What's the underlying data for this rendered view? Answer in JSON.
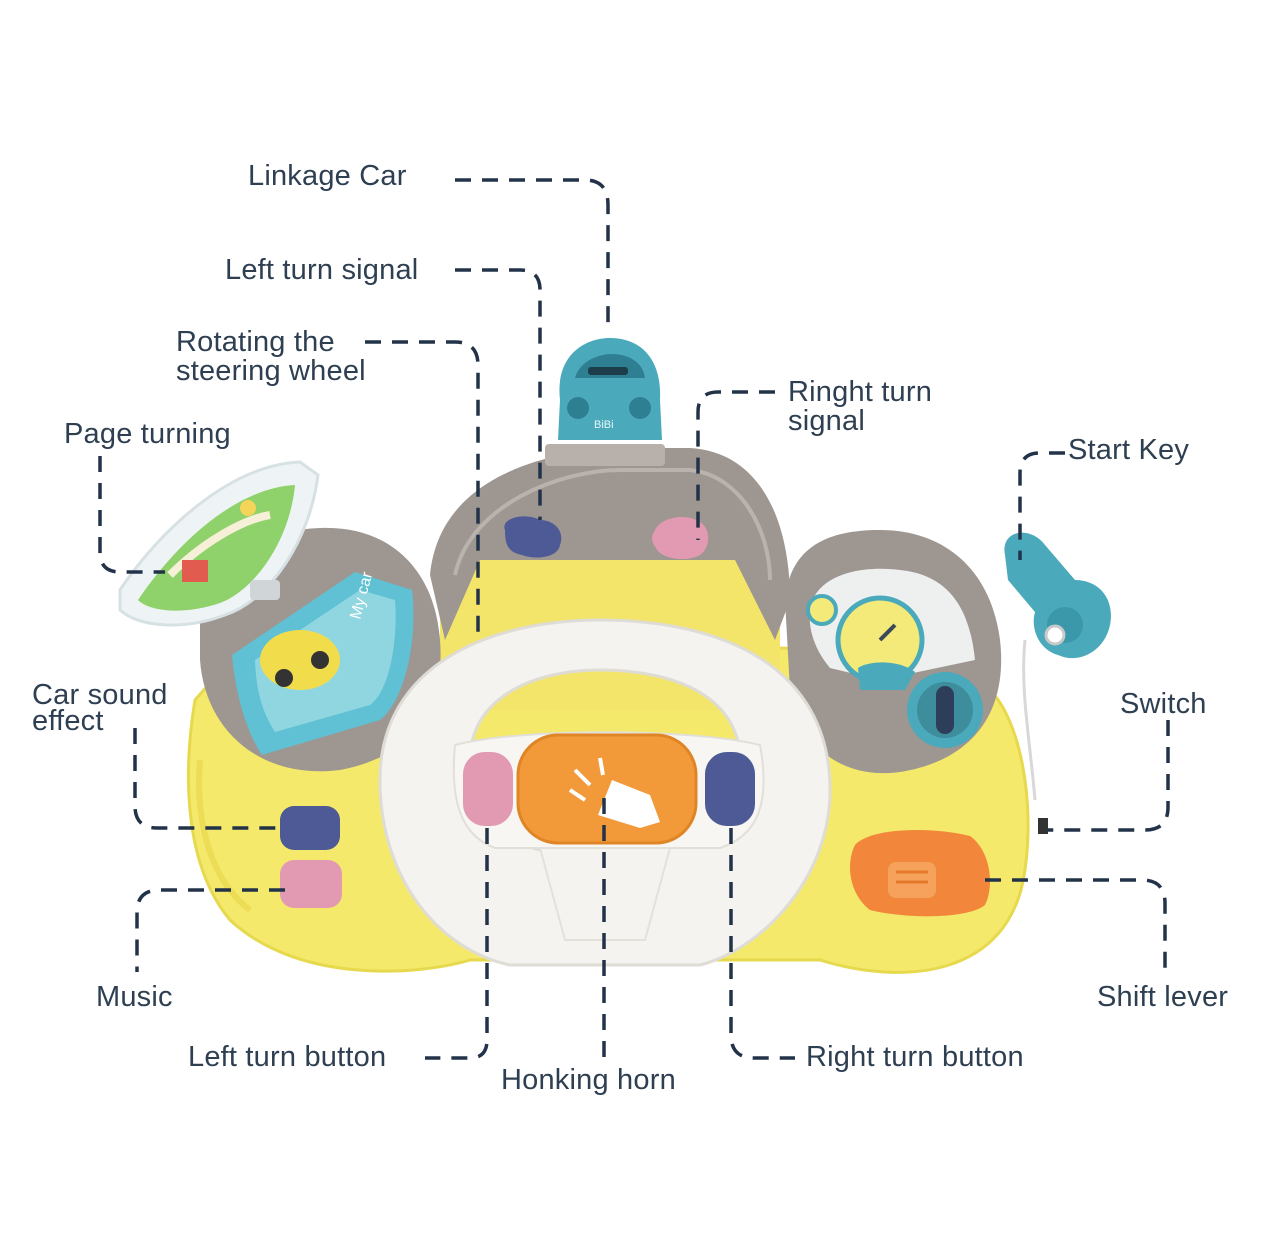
{
  "labels": {
    "linkage_car": "Linkage Car",
    "left_turn_signal": "Left turn signal",
    "rotating_wheel_line1": "Rotating the",
    "rotating_wheel_line2": "steering wheel",
    "page_turning": "Page turning",
    "right_turn_signal_line1": "Ringht turn",
    "right_turn_signal_line2": "signal",
    "start_key": "Start Key",
    "car_sound_line1": "Car sound",
    "car_sound_line2": "effect",
    "switch": "Switch",
    "music": "Music",
    "shift_lever": "Shift lever",
    "left_turn_button": "Left turn button",
    "honking_horn": "Honking horn",
    "right_turn_button": "Right turn button"
  },
  "toy_text": {
    "car_plate": "BiBi",
    "screen_text": "My car"
  },
  "colors": {
    "body_yellow": "#f4e96a",
    "panel_gray": "#9e9691",
    "wheel_white": "#f4f3ef",
    "horn_orange": "#f29a3a",
    "pink": "#e29ab3",
    "navy": "#4d5a95",
    "teal": "#4aa9ba",
    "leader_line": "#223349"
  }
}
